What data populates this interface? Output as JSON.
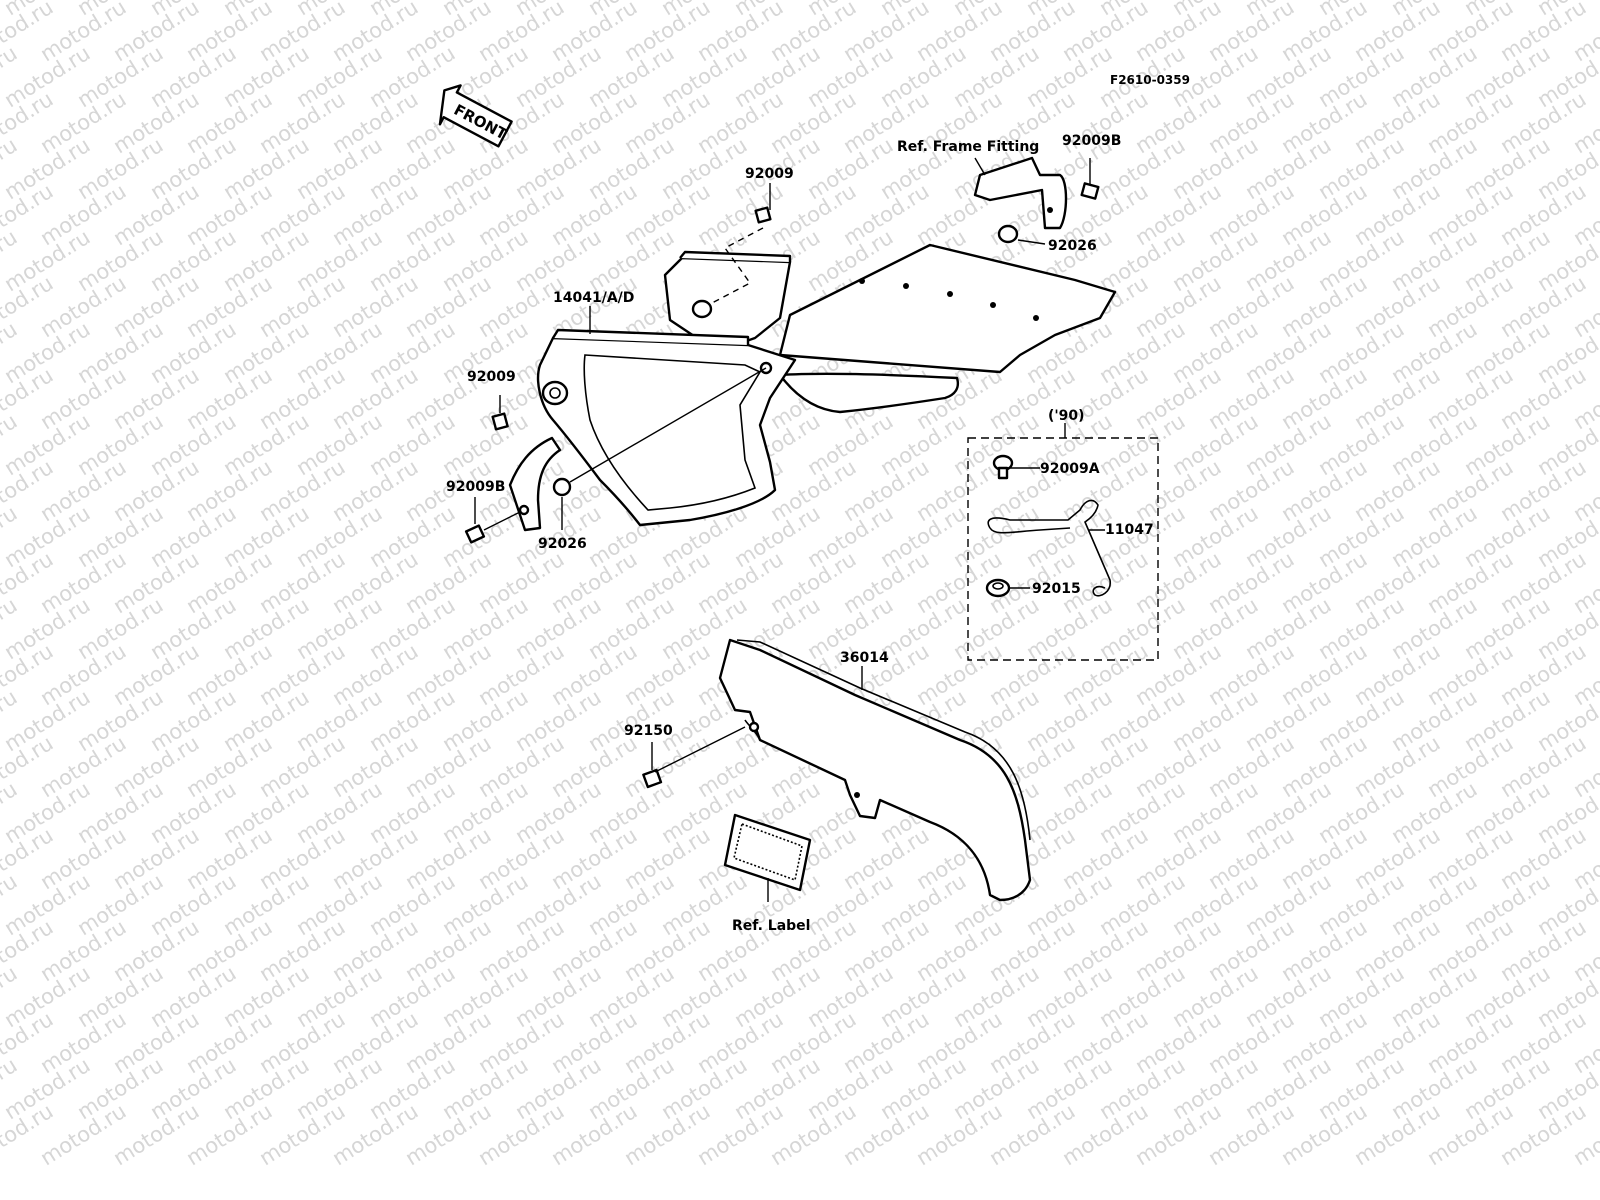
{
  "diagram": {
    "figure_code": "F2610-0359",
    "front_arrow": "FRONT",
    "year_group": "('90)",
    "watermark": "motod.ru",
    "callouts": {
      "c_92009_top": "92009",
      "c_ref_frame_fitting": "Ref. Frame Fitting",
      "c_92009b_top": "92009B",
      "c_92026_top": "92026",
      "c_14041": "14041/A/D",
      "c_92009_left": "92009",
      "c_92009b_left": "92009B",
      "c_92026_left": "92026",
      "c_92009a": "92009A",
      "c_11047": "11047",
      "c_92015": "92015",
      "c_36014": "36014",
      "c_92150": "92150",
      "c_ref_label": "Ref. Label"
    }
  }
}
